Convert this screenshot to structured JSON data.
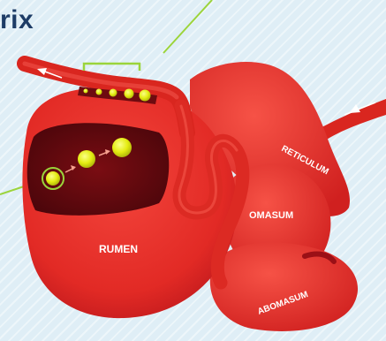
{
  "title": "rix",
  "labels": {
    "rumen": "RUMEN",
    "reticulum": "RETICULUM",
    "omasum": "OMASUM",
    "abomasum": "ABOMASUM"
  },
  "colors": {
    "background": "#dfeef6",
    "organ": "#e8302a",
    "organ_dark": "#a8131a",
    "particle": "#eef21a",
    "callout": "#9bd43b",
    "title": "#1d3c66"
  },
  "icons": [
    "arrow-icon",
    "bracket-callout",
    "particle-dot"
  ]
}
